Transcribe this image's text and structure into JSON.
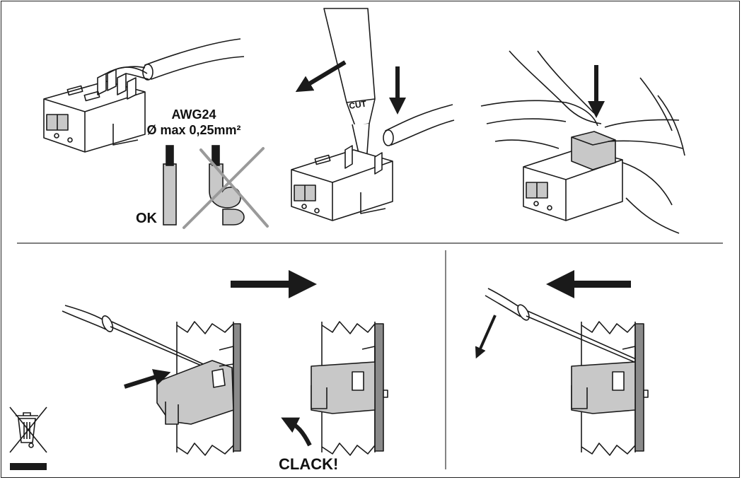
{
  "wire_spec": {
    "gauge": "AWG24",
    "diameter": "Ø max 0,25mm²"
  },
  "tool_label": "CUT",
  "ok_label": "OK",
  "clack_label": "CLACK!",
  "colors": {
    "line": "#1a1a1a",
    "grey_fill": "#c8c8c8",
    "dark_grey": "#8a8a8a",
    "arrow": "#1a1a1a",
    "cross": "#9a9a9a"
  }
}
